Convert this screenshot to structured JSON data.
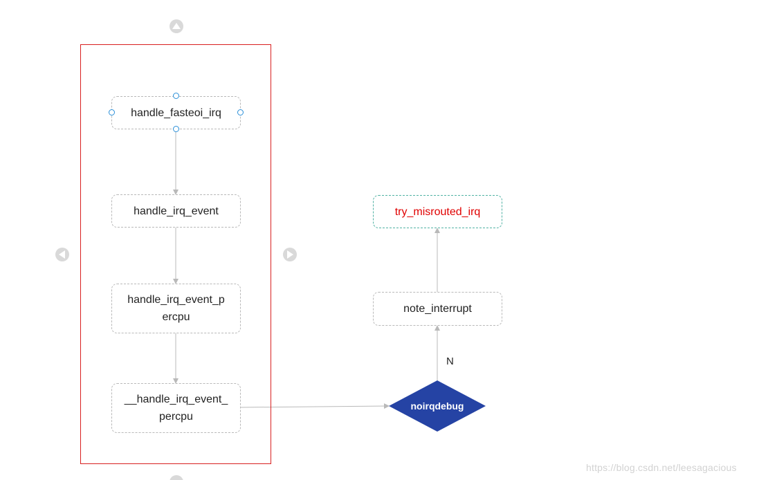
{
  "nodes": {
    "handle_fasteoi_irq": "handle_fasteoi_irq",
    "handle_irq_event": "handle_irq_event",
    "handle_irq_event_percpu_line1": "handle_irq_event_p",
    "handle_irq_event_percpu_line2": "ercpu",
    "__handle_irq_event_percpu_line1": "__handle_irq_event_",
    "__handle_irq_event_percpu_line2": "percpu",
    "noirqdebug": "noirqdebug",
    "note_interrupt": "note_interrupt",
    "try_misrouted_irq": "try_misrouted_irq"
  },
  "edge_labels": {
    "no": "N"
  },
  "watermark": "https://blog.csdn.net/leesagacious",
  "colors": {
    "frame": "#d81e1e",
    "diamond_fill": "#2543a4",
    "highlight_text": "#e00000",
    "highlight_border": "#4fb1a3",
    "connector": "#b9b9b9",
    "handle": "#2a8fd8"
  },
  "icons": [
    "up-arrow-nav-icon",
    "left-arrow-nav-icon",
    "right-arrow-nav-icon",
    "down-arrow-nav-icon"
  ]
}
